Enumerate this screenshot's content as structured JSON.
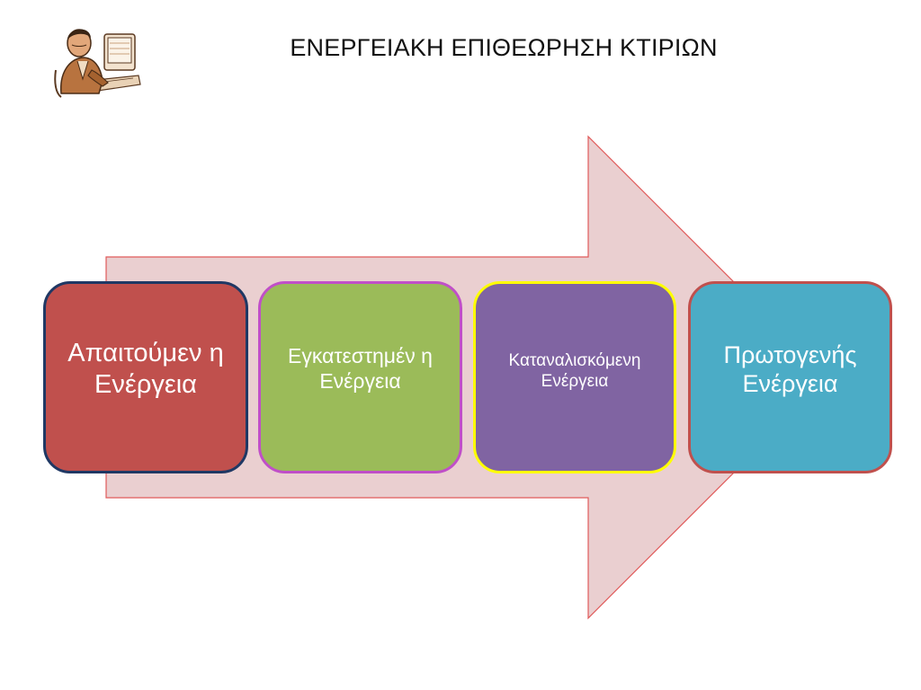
{
  "header": {
    "title": "ΕΝΕΡΓΕΙΑΚΗ ΕΠΙΘΕΩΡΗΣΗ ΚΤΙΡΙΩΝ",
    "clipart_icon": "man-at-computer-icon"
  },
  "diagram": {
    "arrow_fill": "#eacfd0",
    "arrow_stroke": "#e05a5a",
    "steps": [
      {
        "label": "Απαιτούμεν η Ενέργεια",
        "fill": "#c0504d",
        "border": "#1f3864"
      },
      {
        "label": "Εγκατεστημέν η Ενέργεια",
        "fill": "#9bbb59",
        "border": "#c04fc8"
      },
      {
        "label": "Καταναλισκόμενη Ενέργεια",
        "fill": "#8064a2",
        "border": "#ffff00"
      },
      {
        "label": "Πρωτογενής Ενέργεια",
        "fill": "#4bacc6",
        "border": "#c0504d"
      }
    ]
  }
}
